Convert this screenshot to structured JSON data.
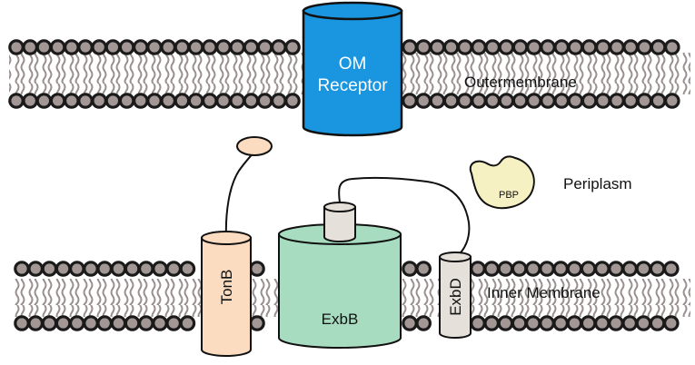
{
  "labels": {
    "om_receptor_line1": "OM",
    "om_receptor_line2": "Receptor",
    "outer_membrane": "Outermembrane",
    "periplasm": "Periplasm",
    "pbp": "PBP",
    "tonb": "TonB",
    "exbb": "ExbB",
    "exbd": "ExbD",
    "inner_membrane": "Inner Membrane"
  },
  "colors": {
    "lipid_head": "#a39795",
    "lipid_tail": "#9a9090",
    "om_receptor": "#1a96e0",
    "tonb": "#fbdcc0",
    "exbb": "#a7dcc0",
    "exbd": "#e5e0da",
    "pbp": "#f5f1c2",
    "tonb_ball": "#fbdcc0"
  }
}
